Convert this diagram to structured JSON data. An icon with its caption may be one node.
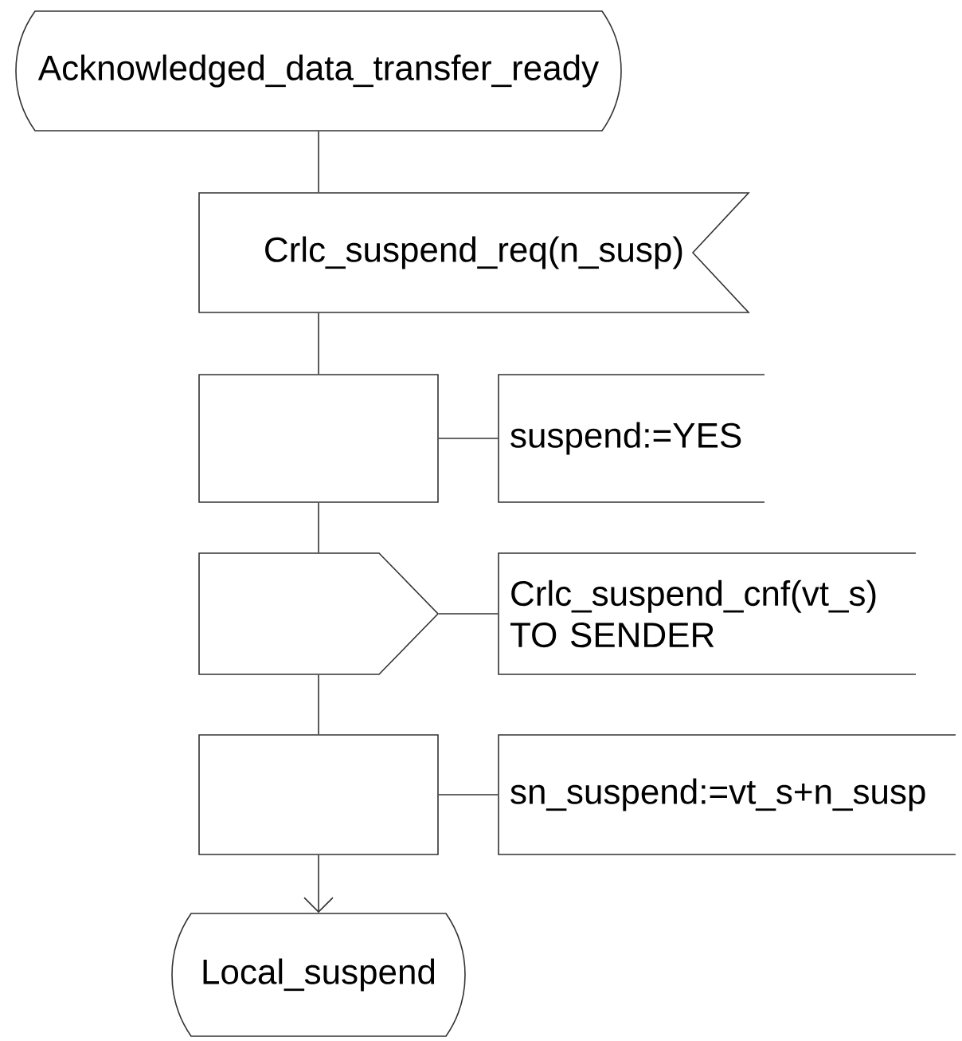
{
  "diagram": {
    "nodes": [
      {
        "text": [
          "Acknowledged_data_transfer_ready"
        ]
      },
      {
        "text": [
          "Crlc_suspend_req(n_susp)"
        ]
      },
      {
        "text": [],
        "shape": "box"
      },
      {
        "text": [
          "suspend:=YES"
        ]
      },
      {
        "text": [],
        "shape": "pentagon"
      },
      {
        "text": [
          "Crlc_suspend_cnf(vt_s) TO SENDER"
        ]
      },
      {
        "text": [],
        "shape": "box"
      },
      {
        "text": [
          "sn_suspend:=vt_s+n_susp"
        ]
      },
      {
        "text": [
          "Local_suspend"
        ]
      }
    ],
    "edges": [
      {
        "from": 0,
        "to": 1,
        "arrow": "none"
      },
      {
        "from": 1,
        "to": 2,
        "arrow": "none"
      },
      {
        "from": 2,
        "to": 3,
        "arrow": "none"
      },
      {
        "from": 2,
        "to": 4,
        "arrow": "none"
      },
      {
        "from": 4,
        "to": 5,
        "arrow": "none"
      },
      {
        "from": 4,
        "to": 6,
        "arrow": "none"
      },
      {
        "from": 6,
        "to": 7,
        "arrow": "none"
      },
      {
        "from": 6,
        "to": 8,
        "arrow": "to"
      }
    ]
  }
}
